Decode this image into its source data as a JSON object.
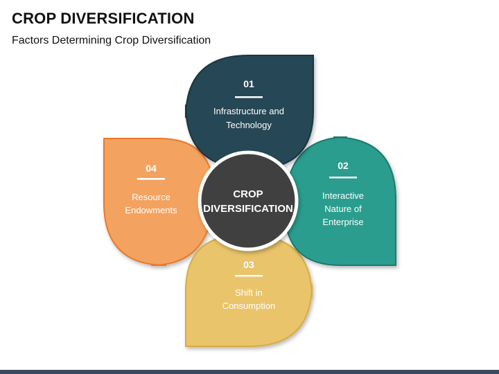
{
  "header": {
    "title": "CROP DIVERSIFICATION",
    "subtitle": "Factors Determining Crop Diversification"
  },
  "center": {
    "line1": "CROP",
    "line2": "DIVERSIFICATION"
  },
  "petals": [
    {
      "number": "01",
      "lines": [
        "Infrastructure and",
        "Technology"
      ],
      "color": "#254755",
      "edge": "#1a3540"
    },
    {
      "number": "02",
      "lines": [
        "Interactive",
        "Nature of",
        "Enterprise"
      ],
      "color": "#2a9d8f",
      "edge": "#1f7a6e"
    },
    {
      "number": "03",
      "lines": [
        "Shift in",
        "Consumption"
      ],
      "color": "#e9c46a",
      "edge": "#d9ac3f"
    },
    {
      "number": "04",
      "lines": [
        "Resource",
        "Endowments"
      ],
      "color": "#f4a261",
      "edge": "#ea7a2a"
    }
  ],
  "colors": {
    "center_fill": "#3f3f3f",
    "center_ring": "#ffffff",
    "accent_bar": "#3a4a5c"
  }
}
